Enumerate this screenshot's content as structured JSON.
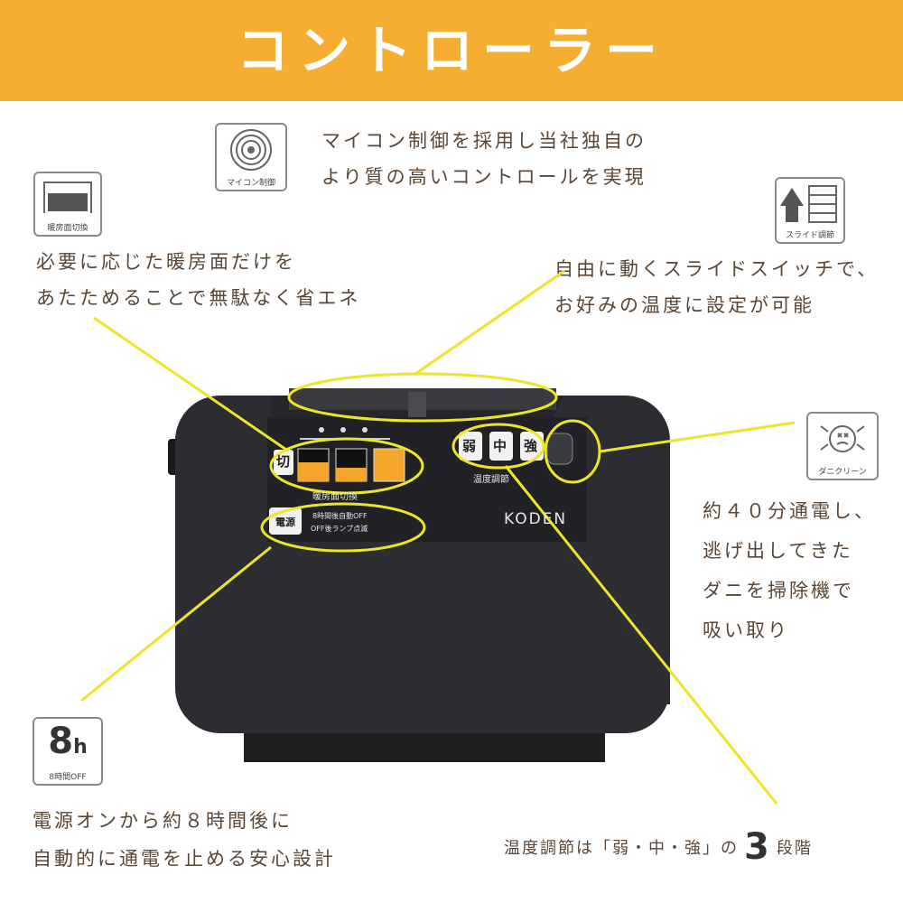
{
  "header": {
    "title": "コントローラー"
  },
  "icons": {
    "microcomputer": {
      "caption": "マイコン制御",
      "icon": "concentric-rings-icon"
    },
    "heating_switch": {
      "caption": "暖房面切換",
      "icon": "heating-surface-icon"
    },
    "slide_adjust": {
      "caption": "スライド調節",
      "icon": "slide-arrow-icon"
    },
    "mite_clean": {
      "caption": "ダニクリーン",
      "icon": "mite-icon"
    },
    "timer_off": {
      "big": "8",
      "unit": "h",
      "caption": "8時間OFF"
    }
  },
  "texts": {
    "microcomputer": [
      "マイコン制御を採用し当社独自の",
      "より質の高いコントロールを実現"
    ],
    "heating_switch": [
      "必要に応じた暖房面だけを",
      "あたためることで無駄なく省エネ"
    ],
    "slide": [
      "自由に動くスライドスイッチで、",
      "お好みの温度に設定が可能"
    ],
    "mite": [
      "約４０分通電し、",
      "逃げ出してきた",
      "ダニを掃除機で",
      "吸い取り"
    ],
    "timer": [
      "電源オンから約８時間後に",
      "自動的に通電を止める安心設計"
    ],
    "temperature": {
      "before": "温度調節は「弱・中・強」の",
      "number": "3",
      "after": "段階"
    }
  },
  "device": {
    "brand": "KODEN",
    "switch_label": "切",
    "heating_label": "暖房面切換",
    "temp_buttons": [
      "弱",
      "中",
      "強"
    ],
    "temp_label": "温度調節",
    "power_label": "電源",
    "power_note_1": "8時間後自動OFF",
    "power_note_2": "OFF後ランプ点滅"
  },
  "colors": {
    "banner": "#f5ae31",
    "highlight": "#ede52a",
    "device": "#2d2d31",
    "button_orange": "#f3a62a",
    "text": "#5a4634"
  }
}
